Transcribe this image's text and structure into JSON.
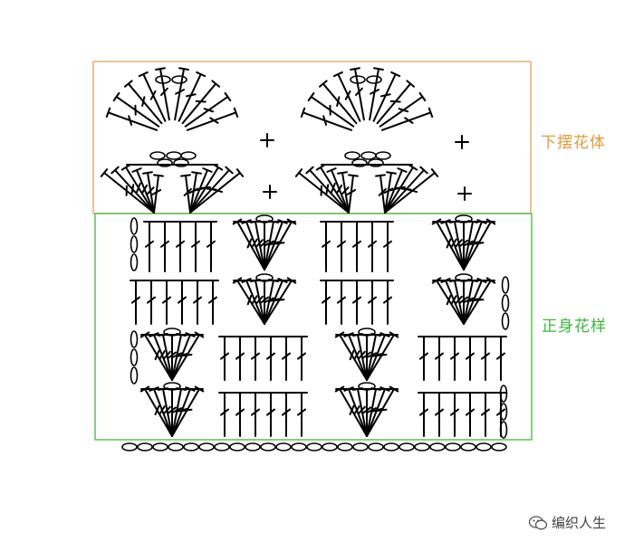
{
  "labels": {
    "hem": "下摆花体",
    "body": "正身花样"
  },
  "watermark": {
    "text": "编织人生",
    "icon": "wechat-icon"
  },
  "colors": {
    "hem_frame": "#e0b277",
    "body_frame": "#5fbf54",
    "hem_label": "#e69a3c",
    "body_label": "#3cb83c",
    "stitch": "#000000"
  },
  "stitch_symbols": [
    "double-crochet",
    "chain",
    "single-crochet-plus",
    "fan"
  ]
}
